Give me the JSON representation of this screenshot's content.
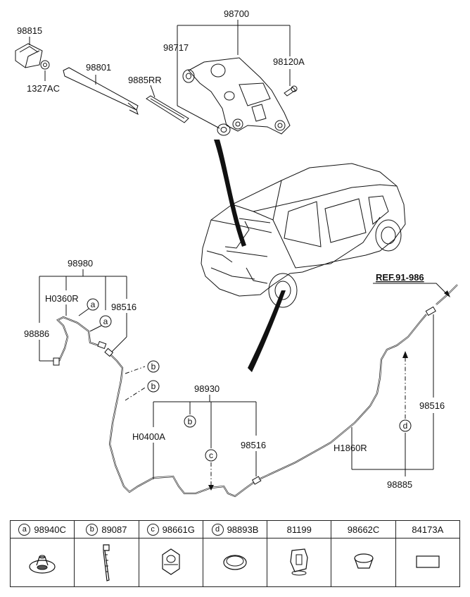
{
  "callouts": {
    "p98815": "98815",
    "p1327AC": "1327AC",
    "p98801": "98801",
    "p9885RR": "9885RR",
    "p98700": "98700",
    "p98717": "98717",
    "p98120A": "98120A",
    "p98980": "98980",
    "pH0360R": "H0360R",
    "p98516_left": "98516",
    "p98886": "98886",
    "p98930": "98930",
    "pH0400A": "H0400A",
    "p98516_mid": "98516",
    "pREF": "REF.91-986",
    "p98516_right": "98516",
    "pH1860R": "H1860R",
    "p98885": "98885"
  },
  "clip_markers": {
    "a1": "a",
    "a2": "a",
    "b1": "b",
    "b2": "b",
    "b3": "b",
    "c1": "c",
    "d1": "d"
  },
  "parts_table": {
    "headers": [
      {
        "marker": "a",
        "part": "98940C"
      },
      {
        "marker": "b",
        "part": "89087"
      },
      {
        "marker": "c",
        "part": "98661G"
      },
      {
        "marker": "d",
        "part": "98893B"
      },
      {
        "marker": "",
        "part": "81199"
      },
      {
        "marker": "",
        "part": "98662C"
      },
      {
        "marker": "",
        "part": "84173A"
      }
    ]
  }
}
